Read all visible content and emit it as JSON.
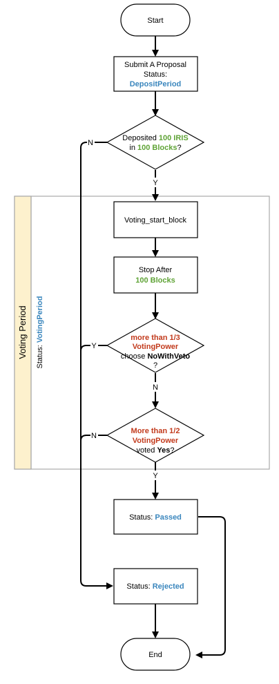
{
  "nodes": {
    "start": {
      "label": "Start"
    },
    "submit": {
      "line1": "Submit A Proposal",
      "line2": "Status:",
      "status": "DepositPeriod"
    },
    "deposited": {
      "pre": "Deposited ",
      "amount": "100 IRIS",
      "in": "in ",
      "blocks": "100 Blocks",
      "q": "?"
    },
    "voting_start": {
      "label": "Voting_start_block"
    },
    "stop_after": {
      "line1": "Stop After",
      "blocks": "100 Blocks"
    },
    "veto": {
      "line1": "more than 1/3",
      "line2": "VotingPower",
      "choose": "choose",
      "option": "NoWithVeto",
      "q": "?"
    },
    "yes": {
      "line1": "More than 1/2",
      "line2": "VotingPower",
      "voted": "voted ",
      "option": "Yes",
      "q": "?"
    },
    "passed": {
      "pre": "Status: ",
      "status": "Passed"
    },
    "rejected": {
      "pre": "Status: ",
      "status": "Rejected"
    },
    "end": {
      "label": "End"
    }
  },
  "edge_labels": {
    "deposit_no": "N",
    "deposit_yes": "Y",
    "veto_yes": "Y",
    "veto_no": "N",
    "yes_no": "N",
    "yes_yes": "Y"
  },
  "lane": {
    "title": "Voting Period",
    "status_pre": "Status: ",
    "status": "VotingPeriod"
  },
  "colors": {
    "status_blue": "#3a86bd",
    "value_green": "#5fa336",
    "threshold_red": "#c23a1c",
    "lane_fill": "#fdf1cd",
    "lane_border": "#a9a9a9"
  }
}
